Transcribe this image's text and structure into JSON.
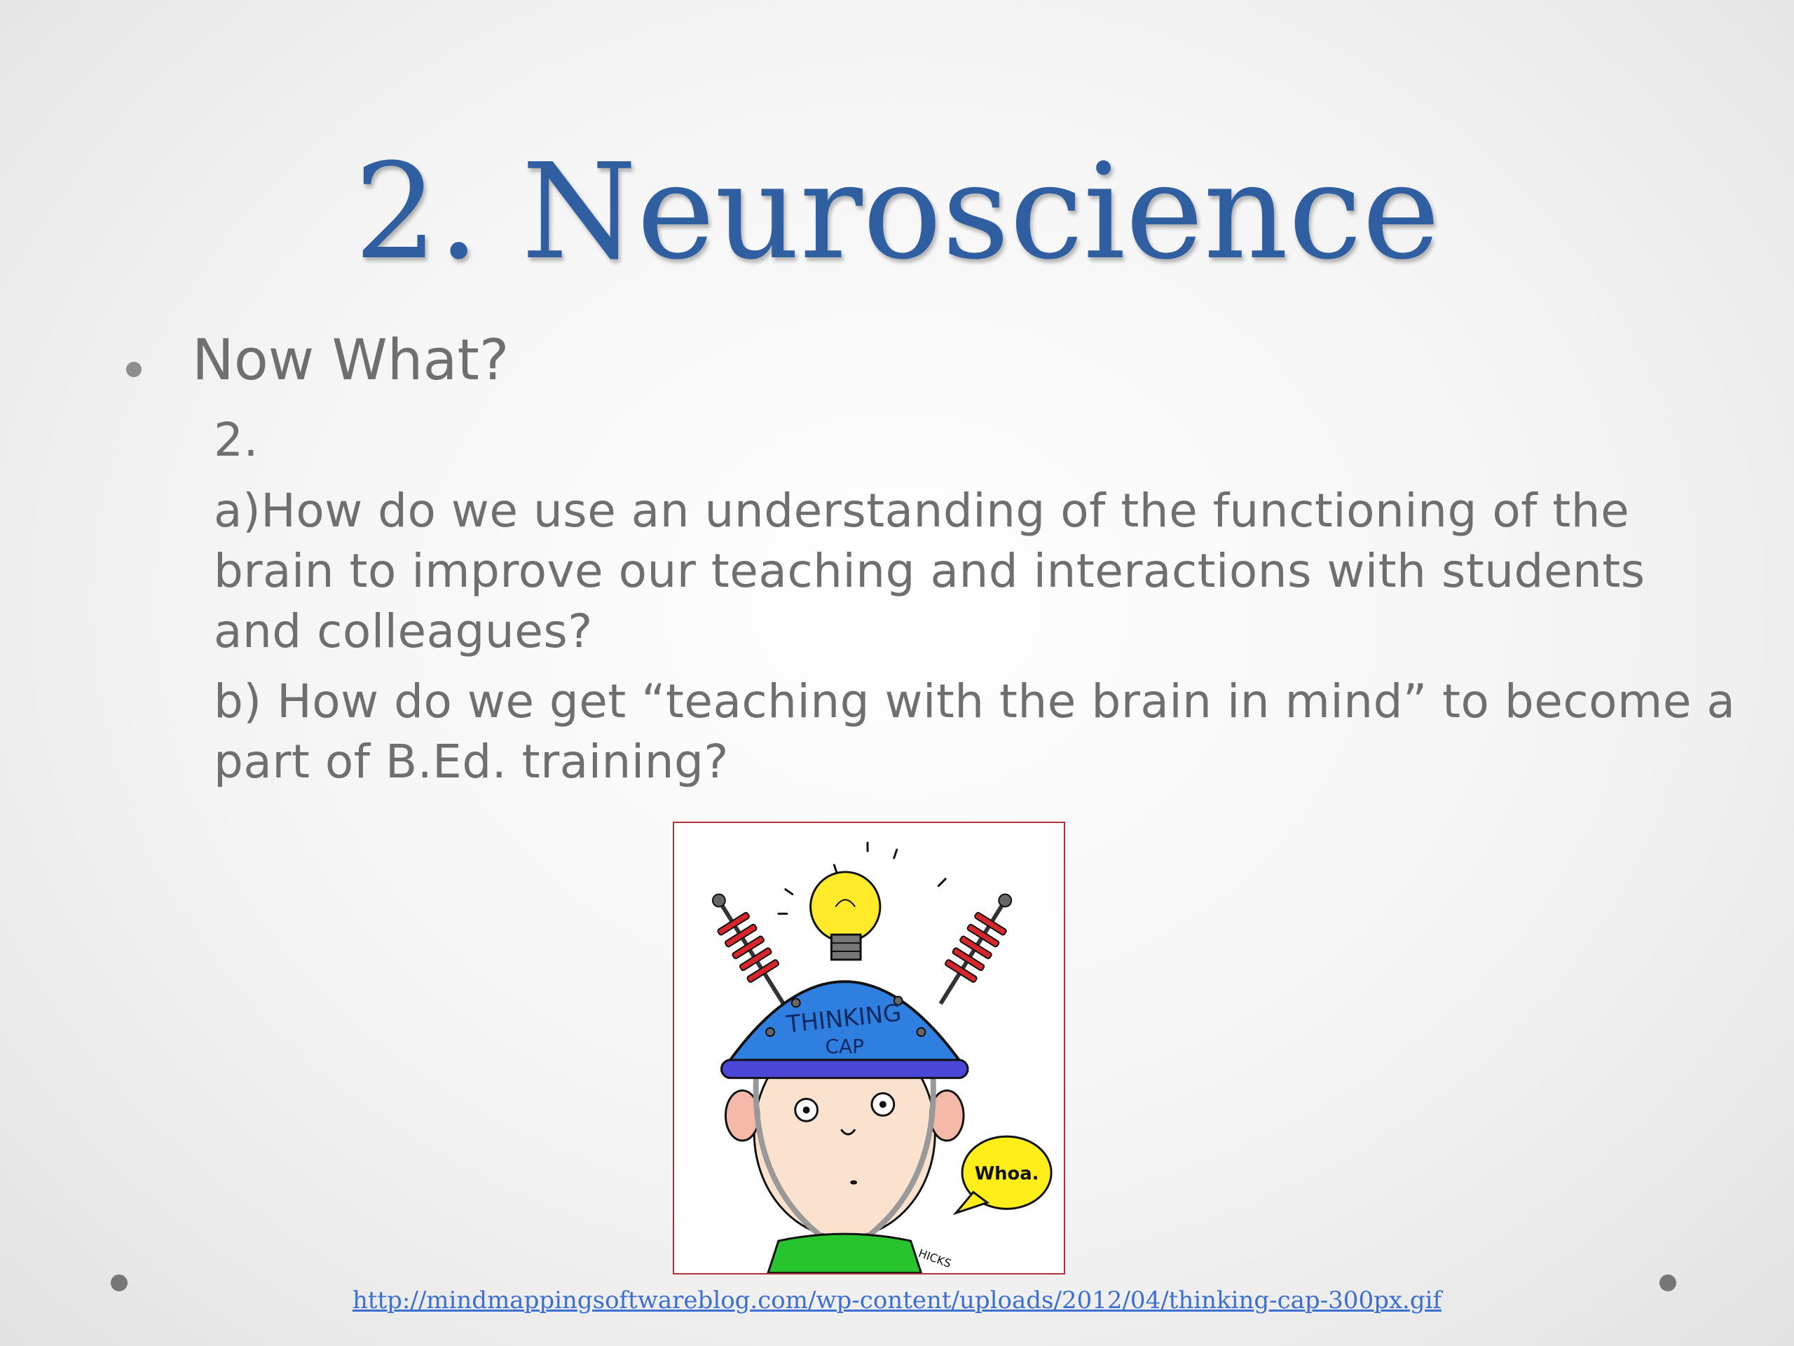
{
  "slide": {
    "title": "2. Neuroscience",
    "bullet": "Now What?",
    "sub_number": "2.",
    "question_a": "a)How do we use an understanding of the functioning of the brain to improve our teaching and interactions with students and colleagues?",
    "question_b": "b) How do we get “teaching with the brain in mind” to become a part of B.Ed. training?",
    "image": {
      "cap_text_line1": "THINKING",
      "cap_text_line2": "CAP",
      "speech_bubble": "Whoa.",
      "signature": "HICKS"
    },
    "source_url": "http://mindmappingsoftwareblog.com/wp-content/uploads/2012/04/thinking-cap-300px.gif"
  },
  "colors": {
    "title": "#2f5fa0",
    "body_text": "#6f6f6f",
    "link": "#3b6ed1",
    "frame_border": "#b0313a"
  }
}
